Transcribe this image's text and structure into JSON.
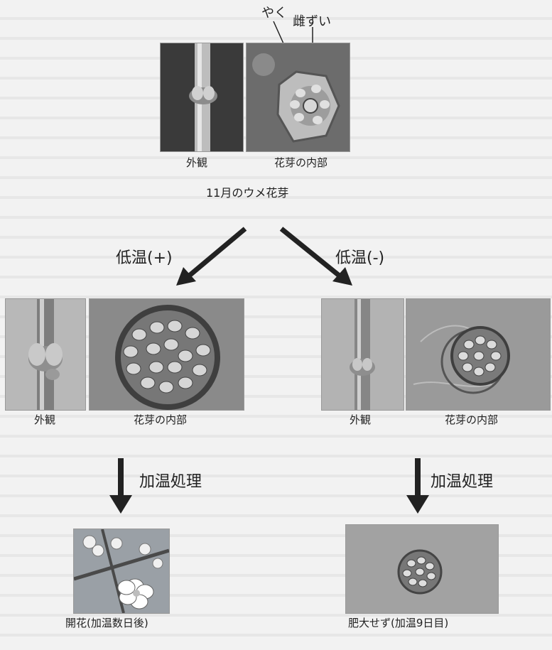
{
  "top": {
    "label_anther": "やく",
    "label_pistil": "雌ずい",
    "caption_exterior": "外観",
    "caption_interior": "花芽の内部",
    "title": "11月のウメ花芽"
  },
  "branches": {
    "low_temp_plus": "低温(+)",
    "low_temp_minus": "低温(-)"
  },
  "middle_left": {
    "caption_exterior": "外観",
    "caption_interior": "花芽の内部"
  },
  "middle_right": {
    "caption_exterior": "外観",
    "caption_interior": "花芽の内部"
  },
  "treatment": {
    "left": "加温処理",
    "right": "加温処理"
  },
  "results": {
    "left": "開花(加温数日後)",
    "right": "肥大せず(加温9日目)"
  }
}
